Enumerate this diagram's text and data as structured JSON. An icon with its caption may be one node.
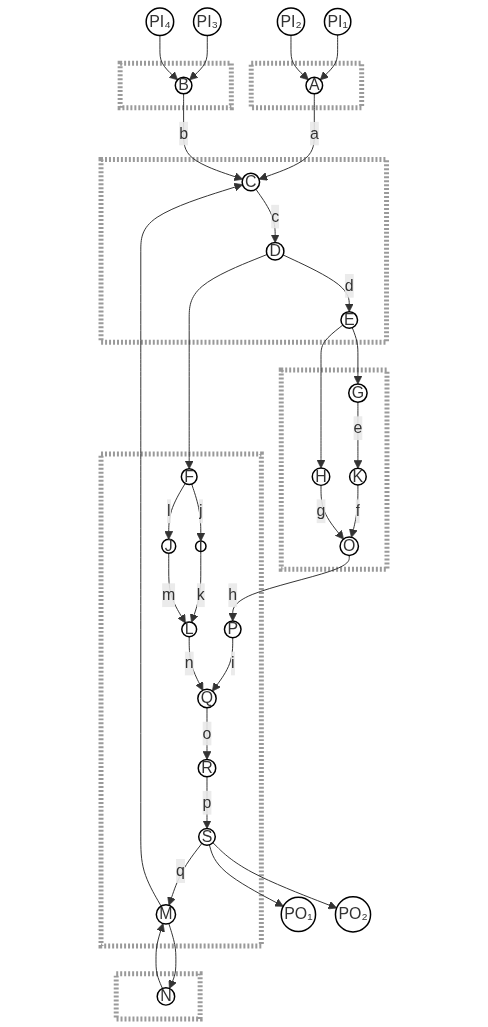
{
  "diagram": {
    "nodes": [
      {
        "text": [
          "PI₁"
        ]
      },
      {
        "text": [
          "PI₂"
        ]
      },
      {
        "text": [
          "PI₃"
        ]
      },
      {
        "text": [
          "PI₄"
        ]
      },
      {
        "text": [],
        "shape": "box"
      },
      {
        "text": [
          "A"
        ],
        "in": 4
      },
      {
        "text": [],
        "shape": "box"
      },
      {
        "text": [
          "B"
        ],
        "in": 6
      },
      {
        "text": [],
        "shape": "box"
      },
      {
        "text": [
          "C"
        ],
        "in": 8
      },
      {
        "text": [
          "D"
        ],
        "in": 8
      },
      {
        "text": [
          "E"
        ],
        "in": 8
      },
      {
        "text": [],
        "shape": "box"
      },
      {
        "text": [
          "F"
        ],
        "in": 12
      },
      {
        "text": [],
        "shape": "box"
      },
      {
        "text": [
          "G"
        ],
        "in": 14
      },
      {
        "text": [
          "H"
        ],
        "in": 14
      },
      {
        "text": [
          "I"
        ],
        "in": 12
      },
      {
        "text": [
          "J"
        ],
        "in": 12
      },
      {
        "text": [
          "K"
        ],
        "in": 14
      },
      {
        "text": [
          "L"
        ],
        "in": 12
      },
      {
        "text": [
          "M"
        ],
        "in": 12
      },
      {
        "text": [],
        "shape": "box"
      },
      {
        "text": [
          "N"
        ],
        "in": 22
      },
      {
        "text": [
          "O"
        ],
        "in": 14
      },
      {
        "text": [
          "P"
        ],
        "in": 12
      },
      {
        "text": [
          "Q"
        ],
        "in": 12
      },
      {
        "text": [
          "R"
        ],
        "in": 12
      },
      {
        "text": [
          "S"
        ],
        "in": 12
      },
      {
        "text": [
          "PO₁"
        ]
      },
      {
        "text": [
          "PO₂"
        ]
      }
    ],
    "edges": [
      {
        "from": 0,
        "to": 5,
        "arrow": "to"
      },
      {
        "from": 1,
        "to": 5,
        "arrow": "to"
      },
      {
        "from": 2,
        "to": 7,
        "arrow": "to"
      },
      {
        "from": 3,
        "to": 7,
        "arrow": "to"
      },
      {
        "from": 5,
        "to": 9,
        "label": "a",
        "arrow": "to"
      },
      {
        "from": 7,
        "to": 9,
        "label": "b",
        "arrow": "to"
      },
      {
        "from": 9,
        "to": 10,
        "label": "c",
        "arrow": "to"
      },
      {
        "from": 10,
        "to": 11,
        "label": "d",
        "arrow": "to"
      },
      {
        "from": 10,
        "to": 13,
        "arrow": "to"
      },
      {
        "from": 11,
        "to": 15,
        "arrow": "to"
      },
      {
        "from": 11,
        "to": 16,
        "arrow": "to"
      },
      {
        "from": 15,
        "to": 19,
        "label": "e",
        "arrow": "to"
      },
      {
        "from": 19,
        "to": 24,
        "label": "f",
        "arrow": "to"
      },
      {
        "from": 16,
        "to": 24,
        "label": "g",
        "arrow": "to"
      },
      {
        "from": 24,
        "to": 25,
        "label": "h",
        "arrow": "to"
      },
      {
        "from": 13,
        "to": 17,
        "label": "j",
        "arrow": "to"
      },
      {
        "from": 13,
        "to": 18,
        "label": "l",
        "arrow": "to"
      },
      {
        "from": 17,
        "to": 20,
        "label": "k",
        "arrow": "to"
      },
      {
        "from": 18,
        "to": 20,
        "label": "m",
        "arrow": "to"
      },
      {
        "from": 25,
        "to": 26,
        "label": "i",
        "arrow": "to"
      },
      {
        "from": 20,
        "to": 26,
        "label": "n",
        "arrow": "to"
      },
      {
        "from": 26,
        "to": 27,
        "label": "o",
        "arrow": "to"
      },
      {
        "from": 27,
        "to": 28,
        "label": "p",
        "arrow": "to"
      },
      {
        "from": 28,
        "to": 21,
        "label": "q",
        "arrow": "to"
      },
      {
        "from": 21,
        "to": 9,
        "arrow": "to"
      },
      {
        "from": 21,
        "to": 23,
        "arrow": "to"
      },
      {
        "from": 23,
        "to": 21,
        "arrow": "to"
      },
      {
        "from": 28,
        "to": 29,
        "arrow": "to"
      },
      {
        "from": 28,
        "to": 30,
        "arrow": "to"
      }
    ]
  }
}
